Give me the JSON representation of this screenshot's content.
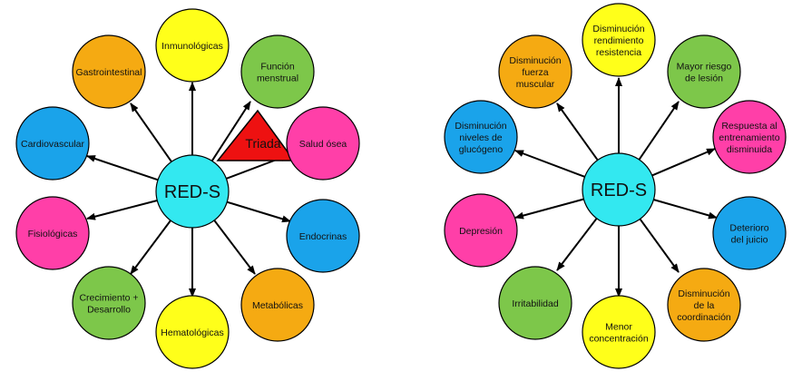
{
  "colors": {
    "hub": "#33E8F0",
    "yellow": "#FFFF1A",
    "green": "#7DC74A",
    "pink": "#FF3FA8",
    "blue": "#1AA3EA",
    "orange": "#F5AA12",
    "triangle": "#EE1111"
  },
  "left_diagram": {
    "hub_label": "RED-S",
    "triangle_label": "Triada",
    "nodes": [
      {
        "label": "Inmunológicas",
        "color": "yellow"
      },
      {
        "label": "Función menstrual",
        "color": "green"
      },
      {
        "label": "Salud ósea",
        "color": "pink"
      },
      {
        "label": "Endocrinas",
        "color": "blue"
      },
      {
        "label": "Metabólicas",
        "color": "orange"
      },
      {
        "label": "Hematológicas",
        "color": "yellow"
      },
      {
        "label": "Crecimiento + Desarrollo",
        "color": "green"
      },
      {
        "label": "Fisiológicas",
        "color": "pink"
      },
      {
        "label": "Cardiovascular",
        "color": "blue"
      },
      {
        "label": "Gastrointestinal",
        "color": "orange"
      }
    ]
  },
  "right_diagram": {
    "hub_label": "RED-S",
    "nodes": [
      {
        "label": "Disminución rendimiento resistencia",
        "color": "yellow"
      },
      {
        "label": "Mayor riesgo de lesión",
        "color": "green"
      },
      {
        "label": "Respuesta al entrenamiento disminuida",
        "color": "pink"
      },
      {
        "label": "Deterioro del juicio",
        "color": "blue"
      },
      {
        "label": "Disminución de la coordinación",
        "color": "orange"
      },
      {
        "label": "Menor concentración",
        "color": "yellow"
      },
      {
        "label": "Irritabilidad",
        "color": "green"
      },
      {
        "label": "Depresión",
        "color": "pink"
      },
      {
        "label": "Disminución niveles de glucógeno",
        "color": "blue"
      },
      {
        "label": "Disminución fuerza muscular",
        "color": "orange"
      }
    ]
  }
}
